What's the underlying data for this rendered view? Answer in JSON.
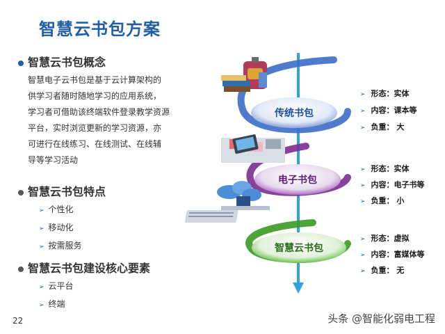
{
  "title": "智慧云书包方案",
  "concept": {
    "heading": "智慧云书包概念",
    "lines": [
      "智慧电子云书包是基于云计算架构的",
      "供学习者随时随地学习的应用系统，",
      "学习者可借助该终端软件登录教学资源",
      "平台，实时浏览更新的学习资源，亦",
      "可进行在线练习、在线测试、在线辅",
      "导等学习活动"
    ]
  },
  "features": {
    "heading": "智慧云书包特点",
    "items": [
      "个性化",
      "移动化",
      "按需服务"
    ]
  },
  "core": {
    "heading": "智慧云书包建设核心要素",
    "items": [
      "云平台",
      "终端"
    ]
  },
  "stages": [
    {
      "label": "传统书包",
      "props": [
        "形态：实体",
        "内容：课本等",
        "负重： 大"
      ],
      "color": "#5b7fd1"
    },
    {
      "label": "电子书包",
      "props": [
        "形态：实体",
        "内容：电子书等",
        "负重： 小"
      ],
      "color": "#8a3fa0"
    },
    {
      "label": "智慧云书包",
      "props": [
        "形态：虚拟",
        "内容：富媒体等",
        "负重： 无"
      ],
      "color": "#4aa32f"
    }
  ],
  "page_number": "22",
  "watermark": "头条 @智能化弱电工程",
  "icons": [
    "backpack-books-icon",
    "tablet-icon",
    "cloud-laptop-icon"
  ]
}
